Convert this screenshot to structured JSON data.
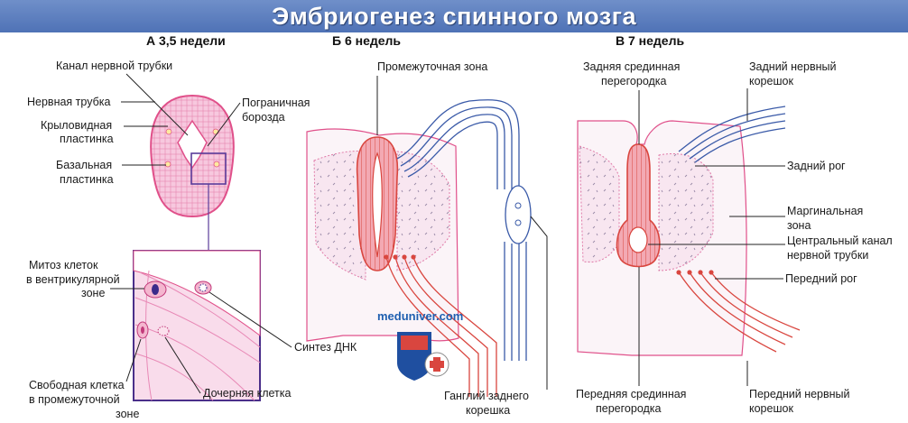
{
  "title": "Эмбриогенез спинного мозга",
  "watermark": "meduniver.com",
  "colors": {
    "title_bar": "#5a7bbd",
    "tube_outline": "#e0508a",
    "tube_fill": "#f7c2dc",
    "gray_matter": "#f6e4ef",
    "nerve_blue": "#3a5aa8",
    "nerve_red": "#d9463f"
  },
  "panel_a": {
    "heading": "А  3,5 недели",
    "labels": {
      "canal": "Канал нервной трубки",
      "tube": "Нервная трубка",
      "alar_1": "Крыловидная",
      "alar_2": "пластинка",
      "basal_1": "Базальная",
      "basal_2": "пластинка",
      "sulcus_1": "Пограничная",
      "sulcus_2": "борозда",
      "mitosis_1": "Митоз клеток",
      "mitosis_2": "в вентрикулярной",
      "mitosis_3": "зоне",
      "dna": "Синтез ДНК",
      "free_1": "Свободная клетка",
      "free_2": "в промежуточной",
      "free_3": "зоне",
      "daughter": "Дочерняя клетка"
    }
  },
  "panel_b": {
    "heading": "Б  6 недель",
    "labels": {
      "intermediate": "Промежуточная зона",
      "ganglion_1": "Ганглий заднего",
      "ganglion_2": "корешка"
    }
  },
  "panel_c": {
    "heading": "В  7 недель",
    "labels": {
      "post_septum_1": "Задняя срединная",
      "post_septum_2": "перегородка",
      "post_root_1": "Задний нервный",
      "post_root_2": "корешок",
      "post_horn": "Задний рог",
      "marginal_1": "Маргинальная",
      "marginal_2": "зона",
      "central_1": "Центральный канал",
      "central_2": "нервной трубки",
      "ant_horn": "Передний рог",
      "ant_septum_1": "Передняя срединная",
      "ant_septum_2": "перегородка",
      "ant_root_1": "Передний нервный",
      "ant_root_2": "корешок"
    }
  }
}
